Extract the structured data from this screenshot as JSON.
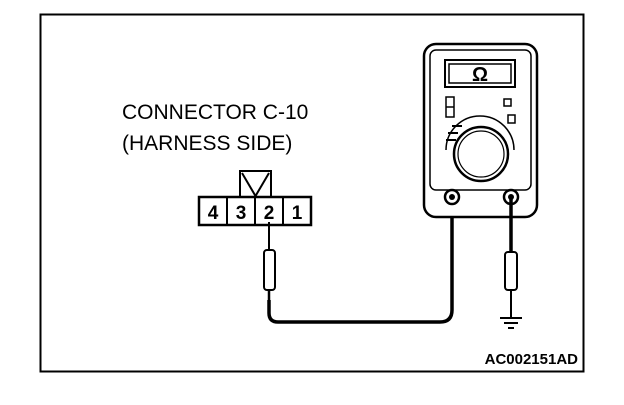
{
  "connector": {
    "title_line1": "CONNECTOR C-10",
    "title_line2": "(HARNESS SIDE)",
    "pins": [
      "4",
      "3",
      "2",
      "1"
    ]
  },
  "meter": {
    "display_symbol": "Ω",
    "icon": "ohmmeter-icon"
  },
  "ground_icon": "ground-symbol-icon",
  "figure_code": "AC002151AD"
}
